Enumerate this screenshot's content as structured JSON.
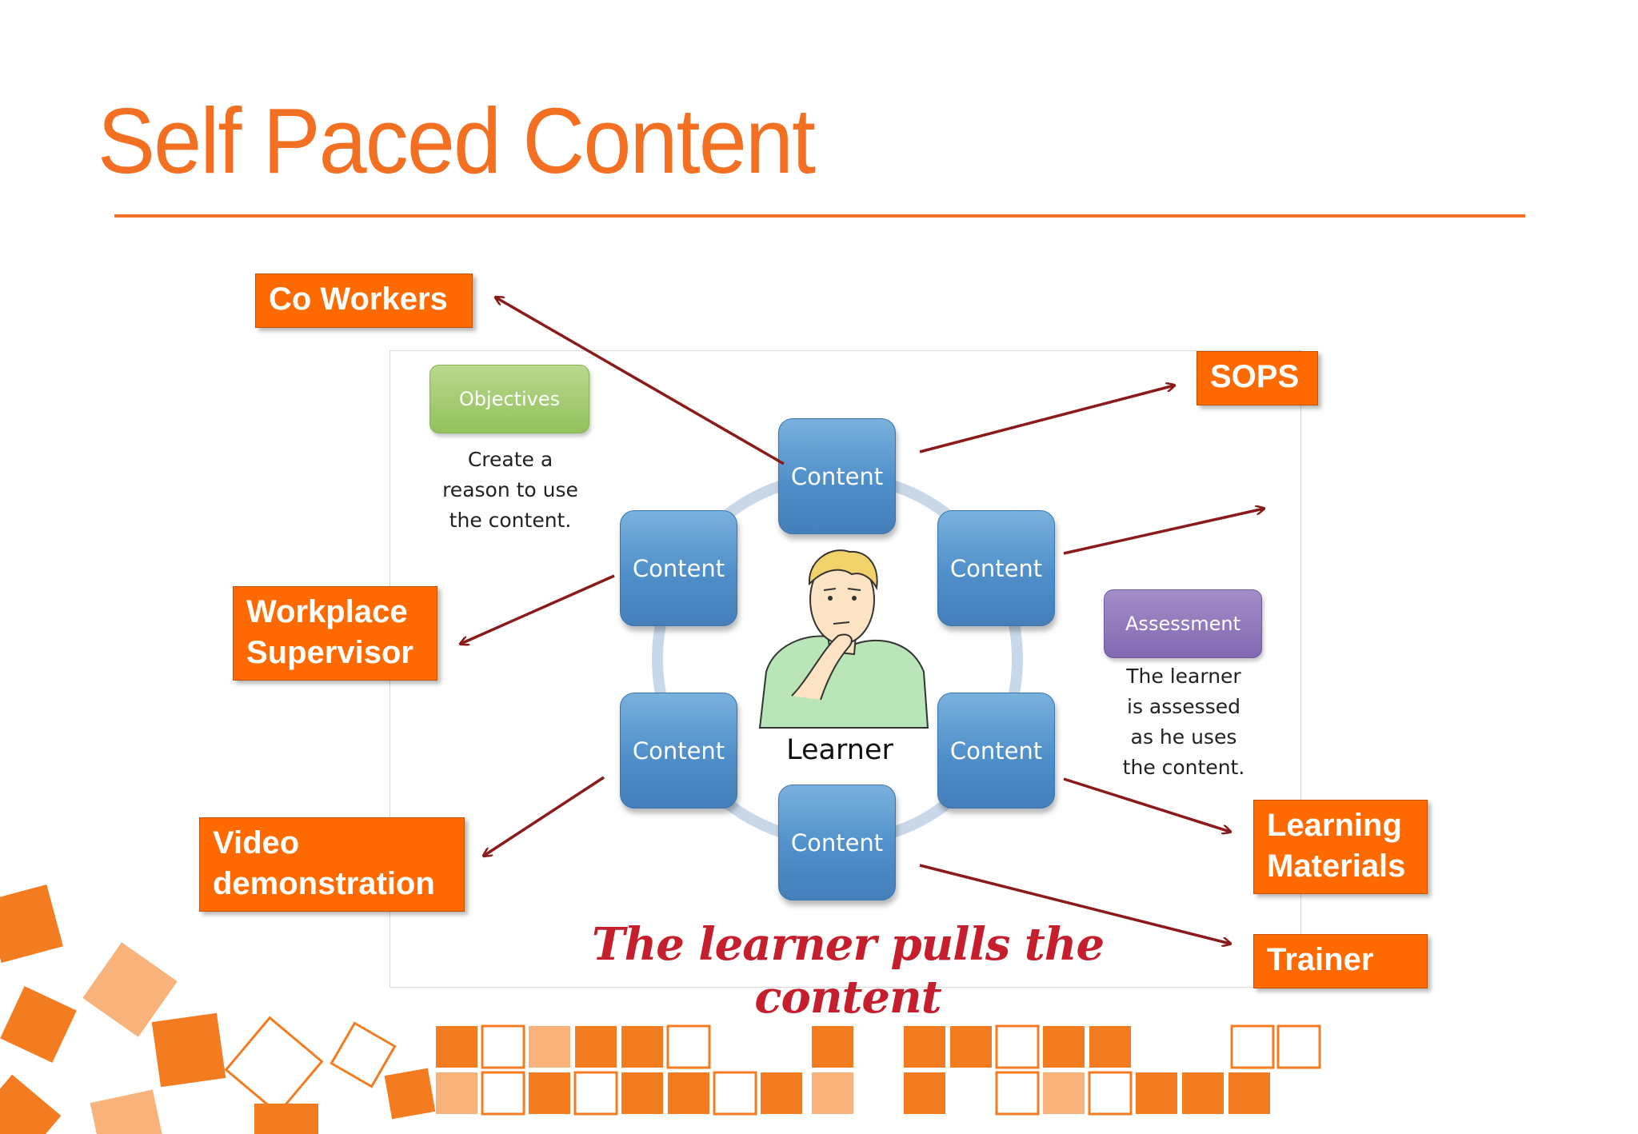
{
  "slide": {
    "title": "Self Paced Content"
  },
  "diagram": {
    "center_label": "Learner",
    "content_label": "Content",
    "tagline": "The learner pulls the content",
    "objectives": {
      "label": "Objectives",
      "description_lines": [
        "Create a",
        "reason to use",
        "the content."
      ]
    },
    "assessment": {
      "label": "Assessment",
      "description_lines": [
        "The learner",
        "is assessed",
        "as he uses",
        "the content."
      ]
    }
  },
  "sources": {
    "co_workers": "Co Workers",
    "sops": "SOPS",
    "workplace_supervisor": [
      "Workplace",
      "Supervisor"
    ],
    "video_demonstration": [
      "Video",
      "demonstration"
    ],
    "learning_materials": [
      "Learning",
      "Materials"
    ],
    "trainer": "Trainer"
  },
  "colors": {
    "accent_orange": "#f36f21",
    "label_orange": "#ff6a00",
    "content_blue": "#4f8fca",
    "arrow_red": "#8b1a1a",
    "tagline_red": "#c51f2d",
    "objectives_green": "#93c15d",
    "assessment_purple": "#8169b2"
  },
  "icons": {
    "learner_figure": "thinking-man-icon",
    "decoration": "orange-squares-pattern"
  }
}
